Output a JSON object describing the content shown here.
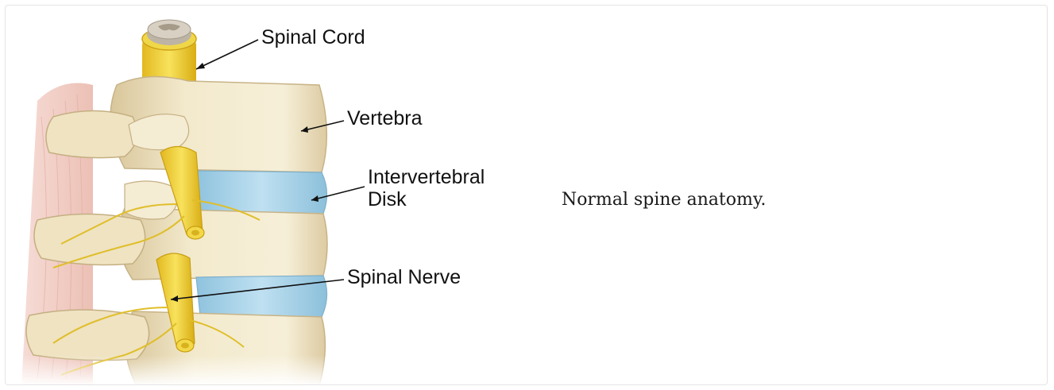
{
  "figure": {
    "labels": {
      "spinal_cord": "Spinal Cord",
      "vertebra": "Vertebra",
      "intervertebral_disk_line1": "Intervertebral",
      "intervertebral_disk_line2": "Disk",
      "spinal_nerve": "Spinal Nerve"
    },
    "caption": "Normal spine anatomy.",
    "colors": {
      "bone": "#efe4c4",
      "bone_shadow": "#d8c79f",
      "disk": "#a8d4ea",
      "nerve": "#f2d23a",
      "muscle": "#f1c9c0"
    }
  }
}
